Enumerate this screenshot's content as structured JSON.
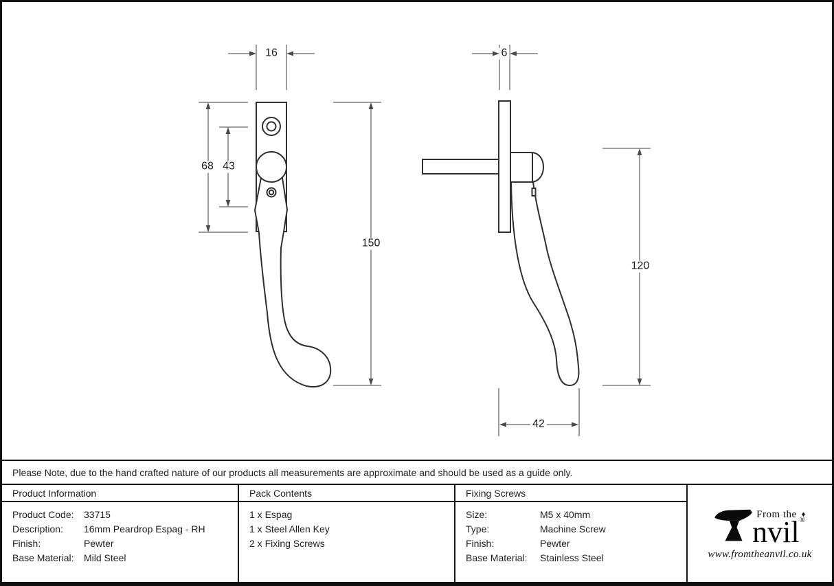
{
  "drawing": {
    "front": {
      "plate_width": "16",
      "plate_height": "68",
      "hole_spacing": "43",
      "overall_length": "150"
    },
    "side": {
      "plate_thickness": "6",
      "handle_height": "120",
      "handle_reach": "42"
    }
  },
  "note": "Please Note, due to the hand crafted nature of our products all measurements are approximate and should be used as a guide only.",
  "table": {
    "product_information": {
      "header": "Product Information",
      "rows": [
        {
          "label": "Product Code:",
          "value": "33715"
        },
        {
          "label": "Description:",
          "value": "16mm Peardrop Espag - RH"
        },
        {
          "label": "Finish:",
          "value": "Pewter"
        },
        {
          "label": "Base Material:",
          "value": "Mild Steel"
        }
      ]
    },
    "pack_contents": {
      "header": "Pack Contents",
      "items": [
        "1 x Espag",
        "1 x Steel Allen Key",
        "2 x Fixing Screws"
      ]
    },
    "fixing_screws": {
      "header": "Fixing Screws",
      "rows": [
        {
          "label": "Size:",
          "value": "M5 x 40mm"
        },
        {
          "label": "Type:",
          "value": "Machine Screw"
        },
        {
          "label": "Finish:",
          "value": "Pewter"
        },
        {
          "label": "Base Material:",
          "value": "Stainless Steel"
        }
      ]
    }
  },
  "brand": {
    "prefix": "From the",
    "diamond": "♦",
    "name_suffix": "nvil",
    "registered": "®",
    "url": "www.fromtheanvil.co.uk"
  },
  "colors": {
    "object_line": "#2f2f2f",
    "dimension_line": "#666666",
    "border": "#141414",
    "background": "#ffffff"
  }
}
